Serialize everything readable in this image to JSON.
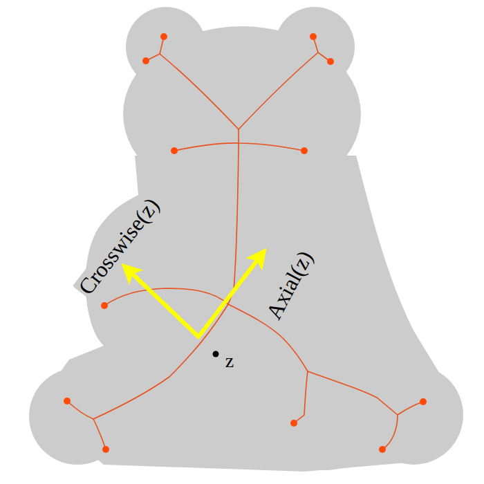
{
  "diagram": {
    "labels": [
      "Crosswise(z)",
      "Axial(z)",
      "z"
    ]
  }
}
